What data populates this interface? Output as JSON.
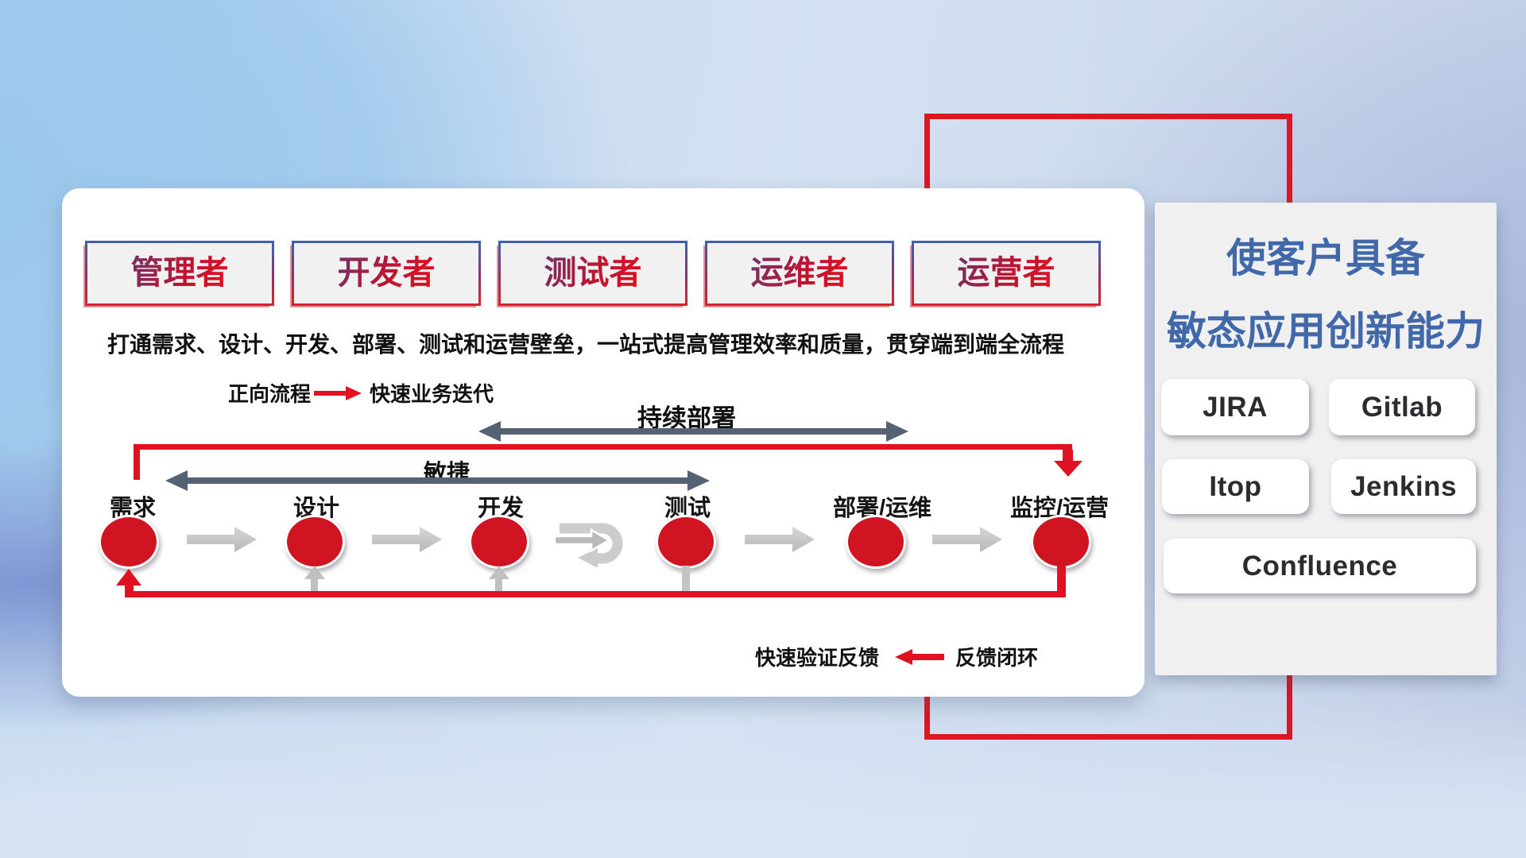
{
  "roles": [
    {
      "label": "管理者"
    },
    {
      "label": "开发者"
    },
    {
      "label": "测试者"
    },
    {
      "label": "运维者"
    },
    {
      "label": "运营者"
    }
  ],
  "description": "打通需求、设计、开发、部署、测试和运营壁垒，一站式提高管理效率和质量，贯穿端到端全流程",
  "legend_forward": {
    "label": "正向流程",
    "value": "快速业务迭代"
  },
  "span_arrows": {
    "continuous_deploy": "持续部署",
    "agile": "敏捷"
  },
  "stages": [
    {
      "label": "需求"
    },
    {
      "label": "设计"
    },
    {
      "label": "开发"
    },
    {
      "label": "测试"
    },
    {
      "label": "部署/运维"
    },
    {
      "label": "监控/运营"
    }
  ],
  "legend_feedback": {
    "label": "快速验证反馈",
    "value": "反馈闭环"
  },
  "right_panel": {
    "title_line1": "使客户具备",
    "title_line2": "敏态应用创新能力",
    "tools": [
      {
        "name": "JIRA"
      },
      {
        "name": "Gitlab"
      },
      {
        "name": "Itop"
      },
      {
        "name": "Jenkins"
      },
      {
        "name": "Confluence"
      }
    ]
  },
  "colors": {
    "red_line": "#e01120",
    "circle_red": "#d11421",
    "slate_arrow": "#566273",
    "gray_arrow": "#c6c6c6",
    "title_blue": "#4168a9"
  }
}
